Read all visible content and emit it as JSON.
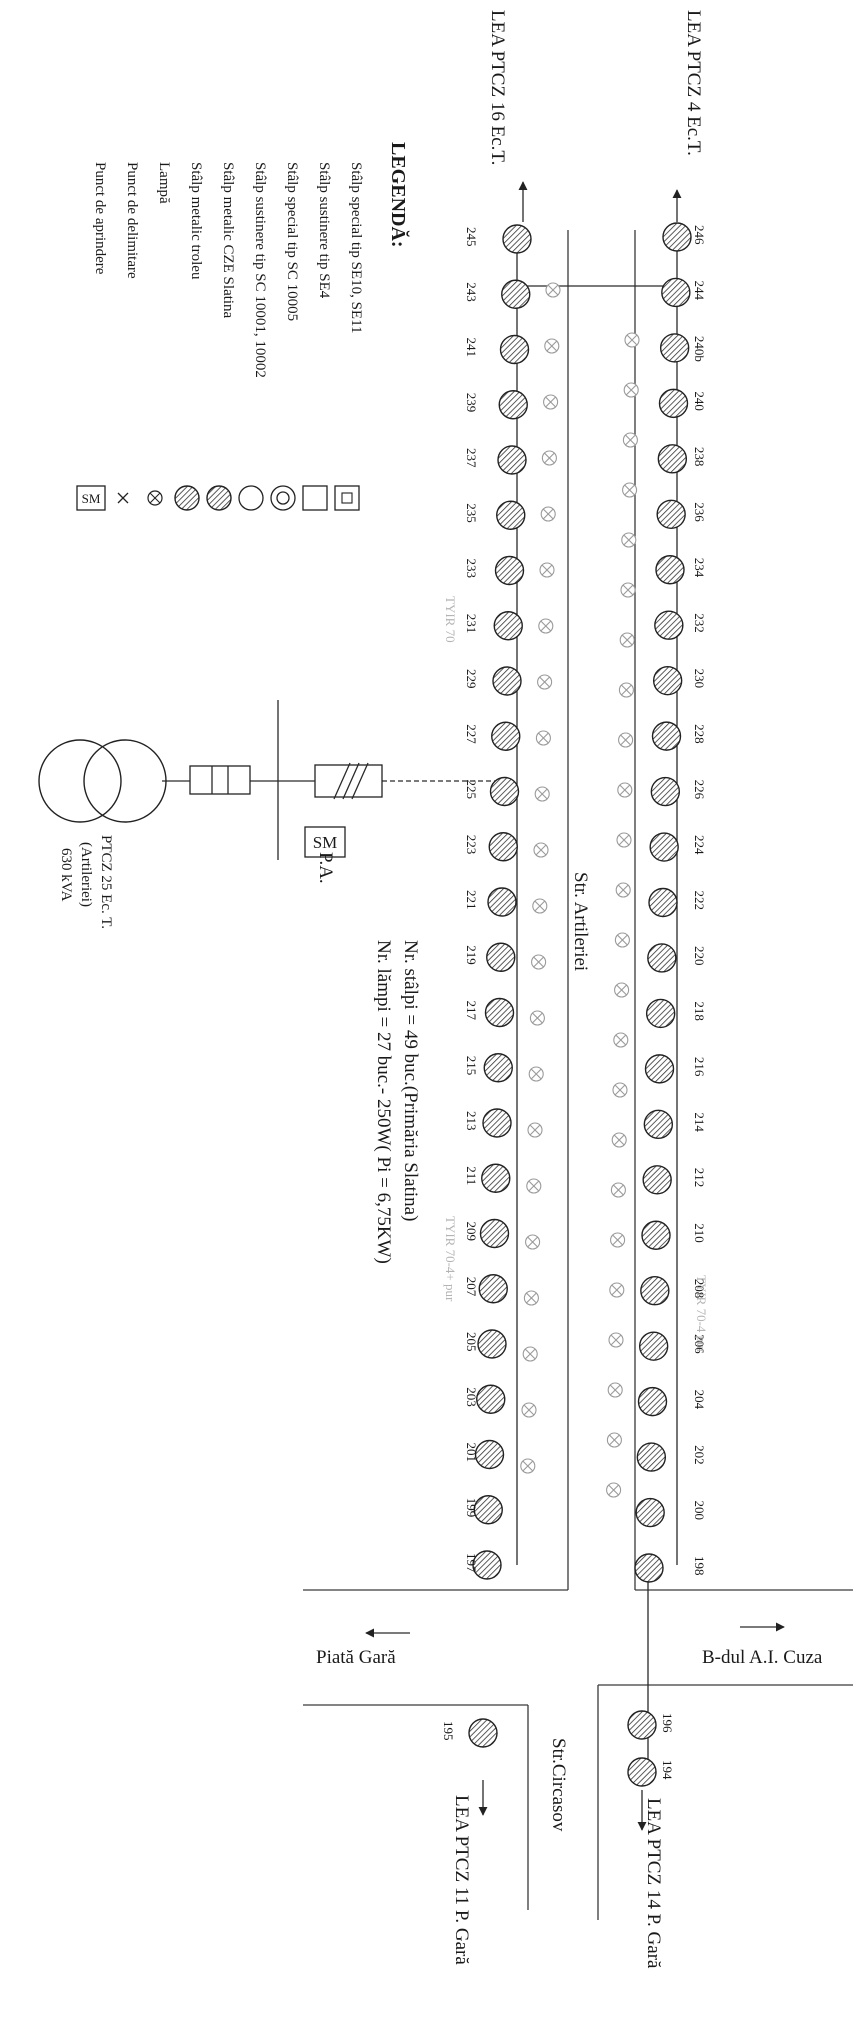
{
  "labels": {
    "lea_ptcz4": "LEA PTCZ 4 Ec.T.",
    "lea_ptcz16": "LEA PTCZ 16 Ec.T.",
    "str_artileriei": "Str. Artileriei",
    "str_circasov": "Str.Circasov",
    "bdul_cuza": "B-dul A.I. Cuza",
    "piata_gara": "Piată Gară",
    "lea_ptcz14": "LEA PTCZ 14 P. Gară",
    "lea_ptcz11": "LEA PTCZ 11 P. Gară",
    "pa": "P.A.",
    "tyir_70": "TYIR 70",
    "tyir_70_4": "TYIR 70-4+ pur",
    "tyir_70_4b": "TYIR 70-4 pur"
  },
  "transformer": {
    "name": "PTCZ 25 Ec. T.",
    "location": "(Artileriei)",
    "power": "630 kVA"
  },
  "summary": {
    "poles": "Nr. stâlpi = 49 buc.(Primăria Slatina)",
    "lamps": "Nr. lămpi = 27 buc.- 250W( Pi = 6,75KW)"
  },
  "legend": {
    "title": "LEGENDĂ:",
    "items": [
      {
        "label": "Stâlp special tip SE10, SE11",
        "symbol": "square-dot"
      },
      {
        "label": "Stâlp sustinere tip SE4",
        "symbol": "square"
      },
      {
        "label": "Stâlp special tip SC 10005",
        "symbol": "double-circle"
      },
      {
        "label": "Stâlp sustinere tip SC 10001, 10002",
        "symbol": "circle"
      },
      {
        "label": "Stâlp metalic CZE Slatina",
        "symbol": "hatched-circle"
      },
      {
        "label": "Stâlp metalic troleu",
        "symbol": "hatched-circle"
      },
      {
        "label": "Lampă",
        "symbol": "crossed-circle"
      },
      {
        "label": "Punct de delimitare",
        "symbol": "cross"
      },
      {
        "label": "Punct de aprindere",
        "symbol": "sm-box"
      }
    ]
  },
  "poles_right": [
    "246",
    "244",
    "240b",
    "240",
    "238",
    "236",
    "234",
    "232",
    "230",
    "228",
    "226",
    "224",
    "222",
    "220",
    "218",
    "216",
    "214",
    "212",
    "210",
    "208",
    "206",
    "204",
    "202",
    "200",
    "198"
  ],
  "poles_left": [
    "245",
    "243",
    "241",
    "239",
    "237",
    "235",
    "233",
    "231",
    "229",
    "227",
    "225",
    "223",
    "221",
    "219",
    "217",
    "215",
    "213",
    "211",
    "209",
    "207",
    "205",
    "203",
    "201",
    "199",
    "197"
  ],
  "poles_bottom": [
    {
      "side": "right",
      "num": "196"
    },
    {
      "side": "right",
      "num": "194"
    },
    {
      "side": "left",
      "num": "195"
    }
  ]
}
